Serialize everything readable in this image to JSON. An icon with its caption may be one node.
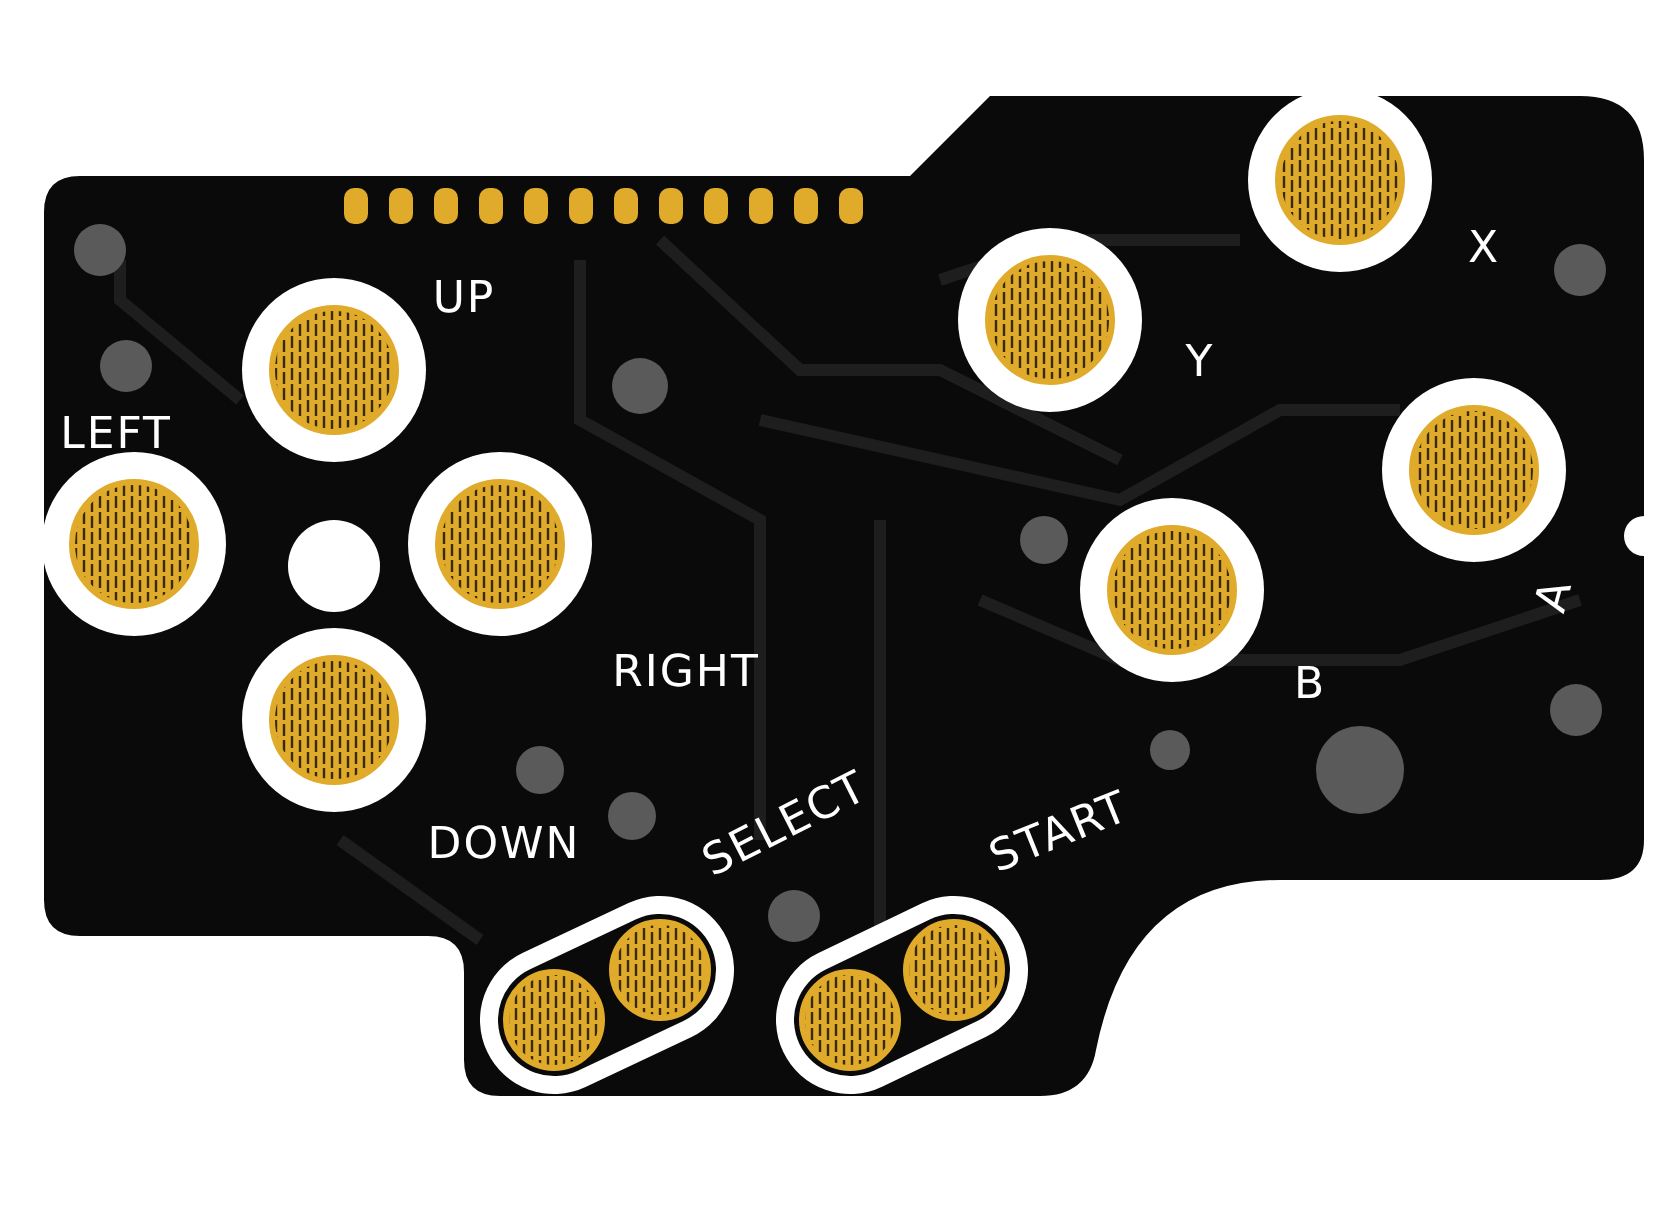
{
  "diagram": {
    "labels": [
      "X",
      "UP",
      "Y",
      "LEFT",
      "A",
      "RIGHT",
      "B",
      "SELECT",
      "START",
      "DOWN"
    ]
  }
}
